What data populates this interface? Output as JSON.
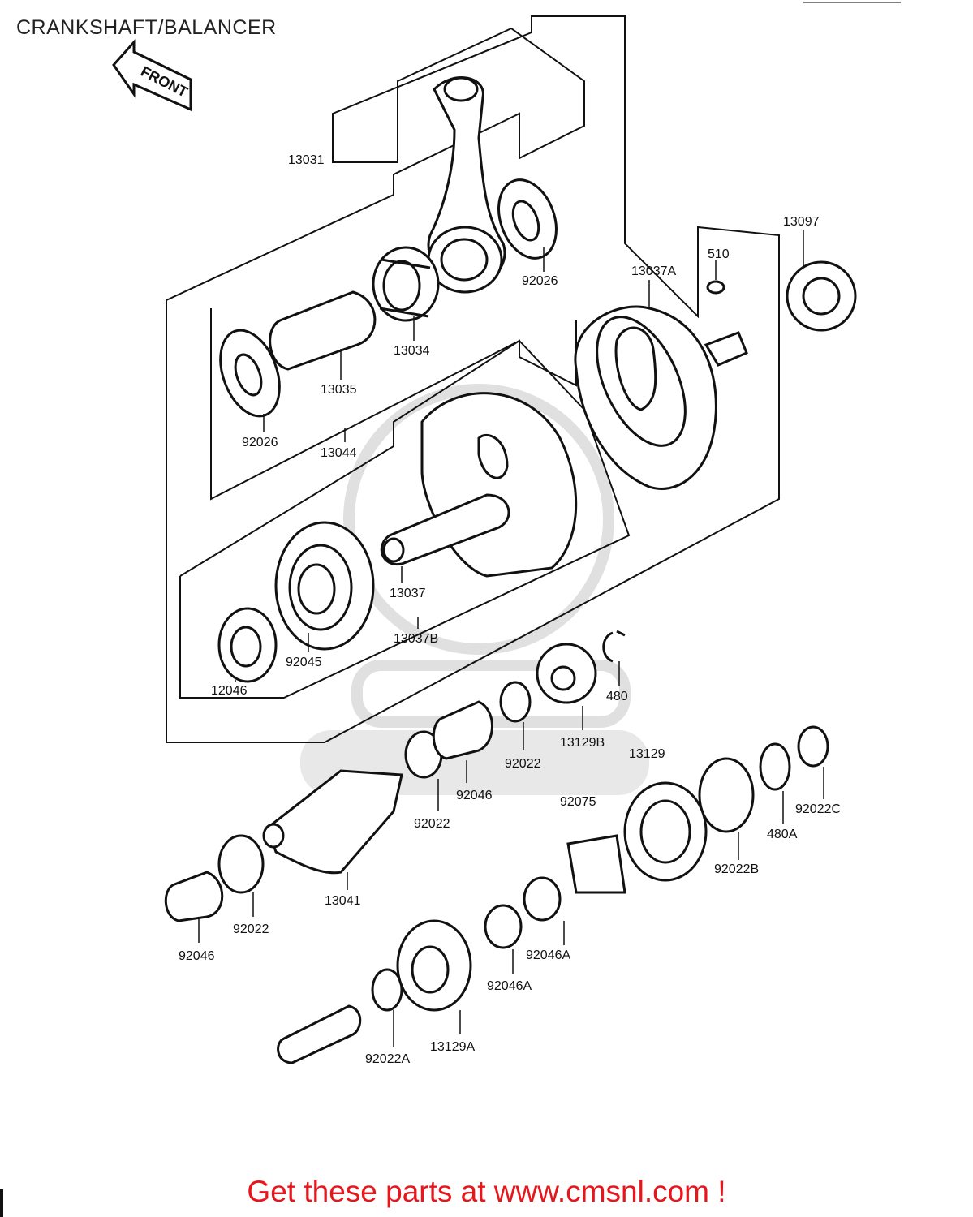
{
  "title": "CRANKSHAFT/BALANCER",
  "footer_text": "Get these parts at www.cmsnl.com !",
  "front_arrow_text": "FRONT",
  "colors": {
    "footer": "#e8161b",
    "lines": "#111111",
    "watermark": "#dddddd"
  },
  "parts": {
    "p13031": "13031",
    "p92026_top": "92026",
    "p13034": "13034",
    "p13035": "13035",
    "p92026_left": "92026",
    "p13044": "13044",
    "p13037A": "13037A",
    "p510": "510",
    "p13097": "13097",
    "p13037": "13037",
    "p92045": "92045",
    "p13037B": "13037B",
    "p12046": "12046",
    "p480": "480",
    "p13129B": "13129B",
    "p92022_a": "92022",
    "p92046_a": "92046",
    "p92022_b": "92022",
    "p13129": "13129",
    "p92075": "92075",
    "p92022C": "92022C",
    "p480A": "480A",
    "p92022B": "92022B",
    "p13041": "13041",
    "p92022_c": "92022",
    "p92046_b": "92046",
    "p92046A_a": "92046A",
    "p92046A_b": "92046A",
    "p13129A": "13129A",
    "p92022A": "92022A"
  }
}
